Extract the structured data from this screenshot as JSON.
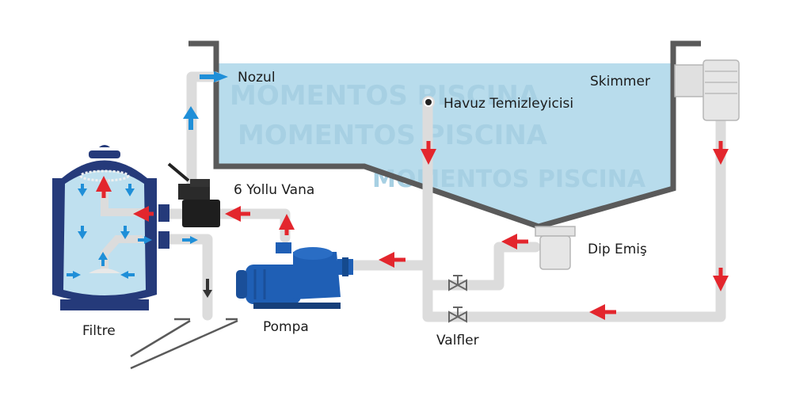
{
  "labels": {
    "nozul": "Nozul",
    "skimmer": "Skimmer",
    "cleaner": "Havuz Temizleyicisi",
    "valve6": "6 Yollu Vana",
    "dip": "Dip Emiş",
    "filter": "Filtre",
    "pump": "Pompa",
    "valves": "Valfler"
  },
  "watermark": "MOMENTOS PISCINA",
  "colors": {
    "water": "#b8dcec",
    "pool_wall": "#5a5a5a",
    "pipe": "#dcdcdc",
    "pipe_edge": "#c4c4c4",
    "flow_red": "#e3262d",
    "flow_blue": "#1f8fd8",
    "tank": "#253a7a",
    "pump": "#1f5fb5"
  },
  "icons": [
    "red-flow-arrow",
    "blue-flow-arrow",
    "valve-icon",
    "pump-icon",
    "filter-tank-icon"
  ]
}
